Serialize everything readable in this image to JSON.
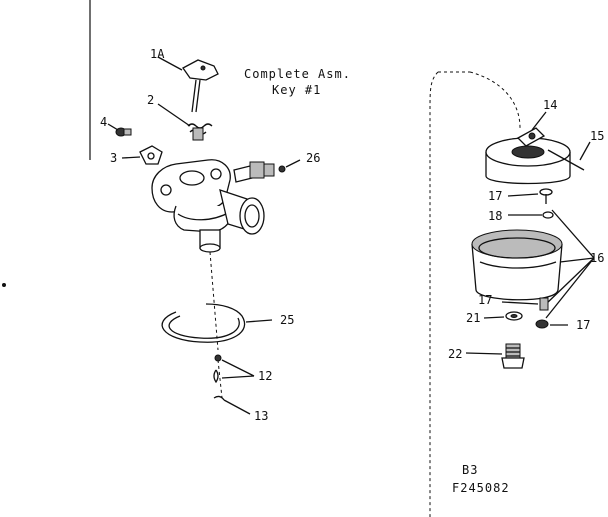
{
  "caption": {
    "line1": "Complete Asm.",
    "line2": "Key #1"
  },
  "drawing_code": {
    "line1": "B3",
    "line2": "F245082"
  },
  "part_labels": [
    "1A",
    "2",
    "4",
    "3",
    "26",
    "25",
    "12",
    "13",
    "14",
    "15",
    "17",
    "18",
    "16",
    "17",
    "21",
    "17",
    "22"
  ]
}
